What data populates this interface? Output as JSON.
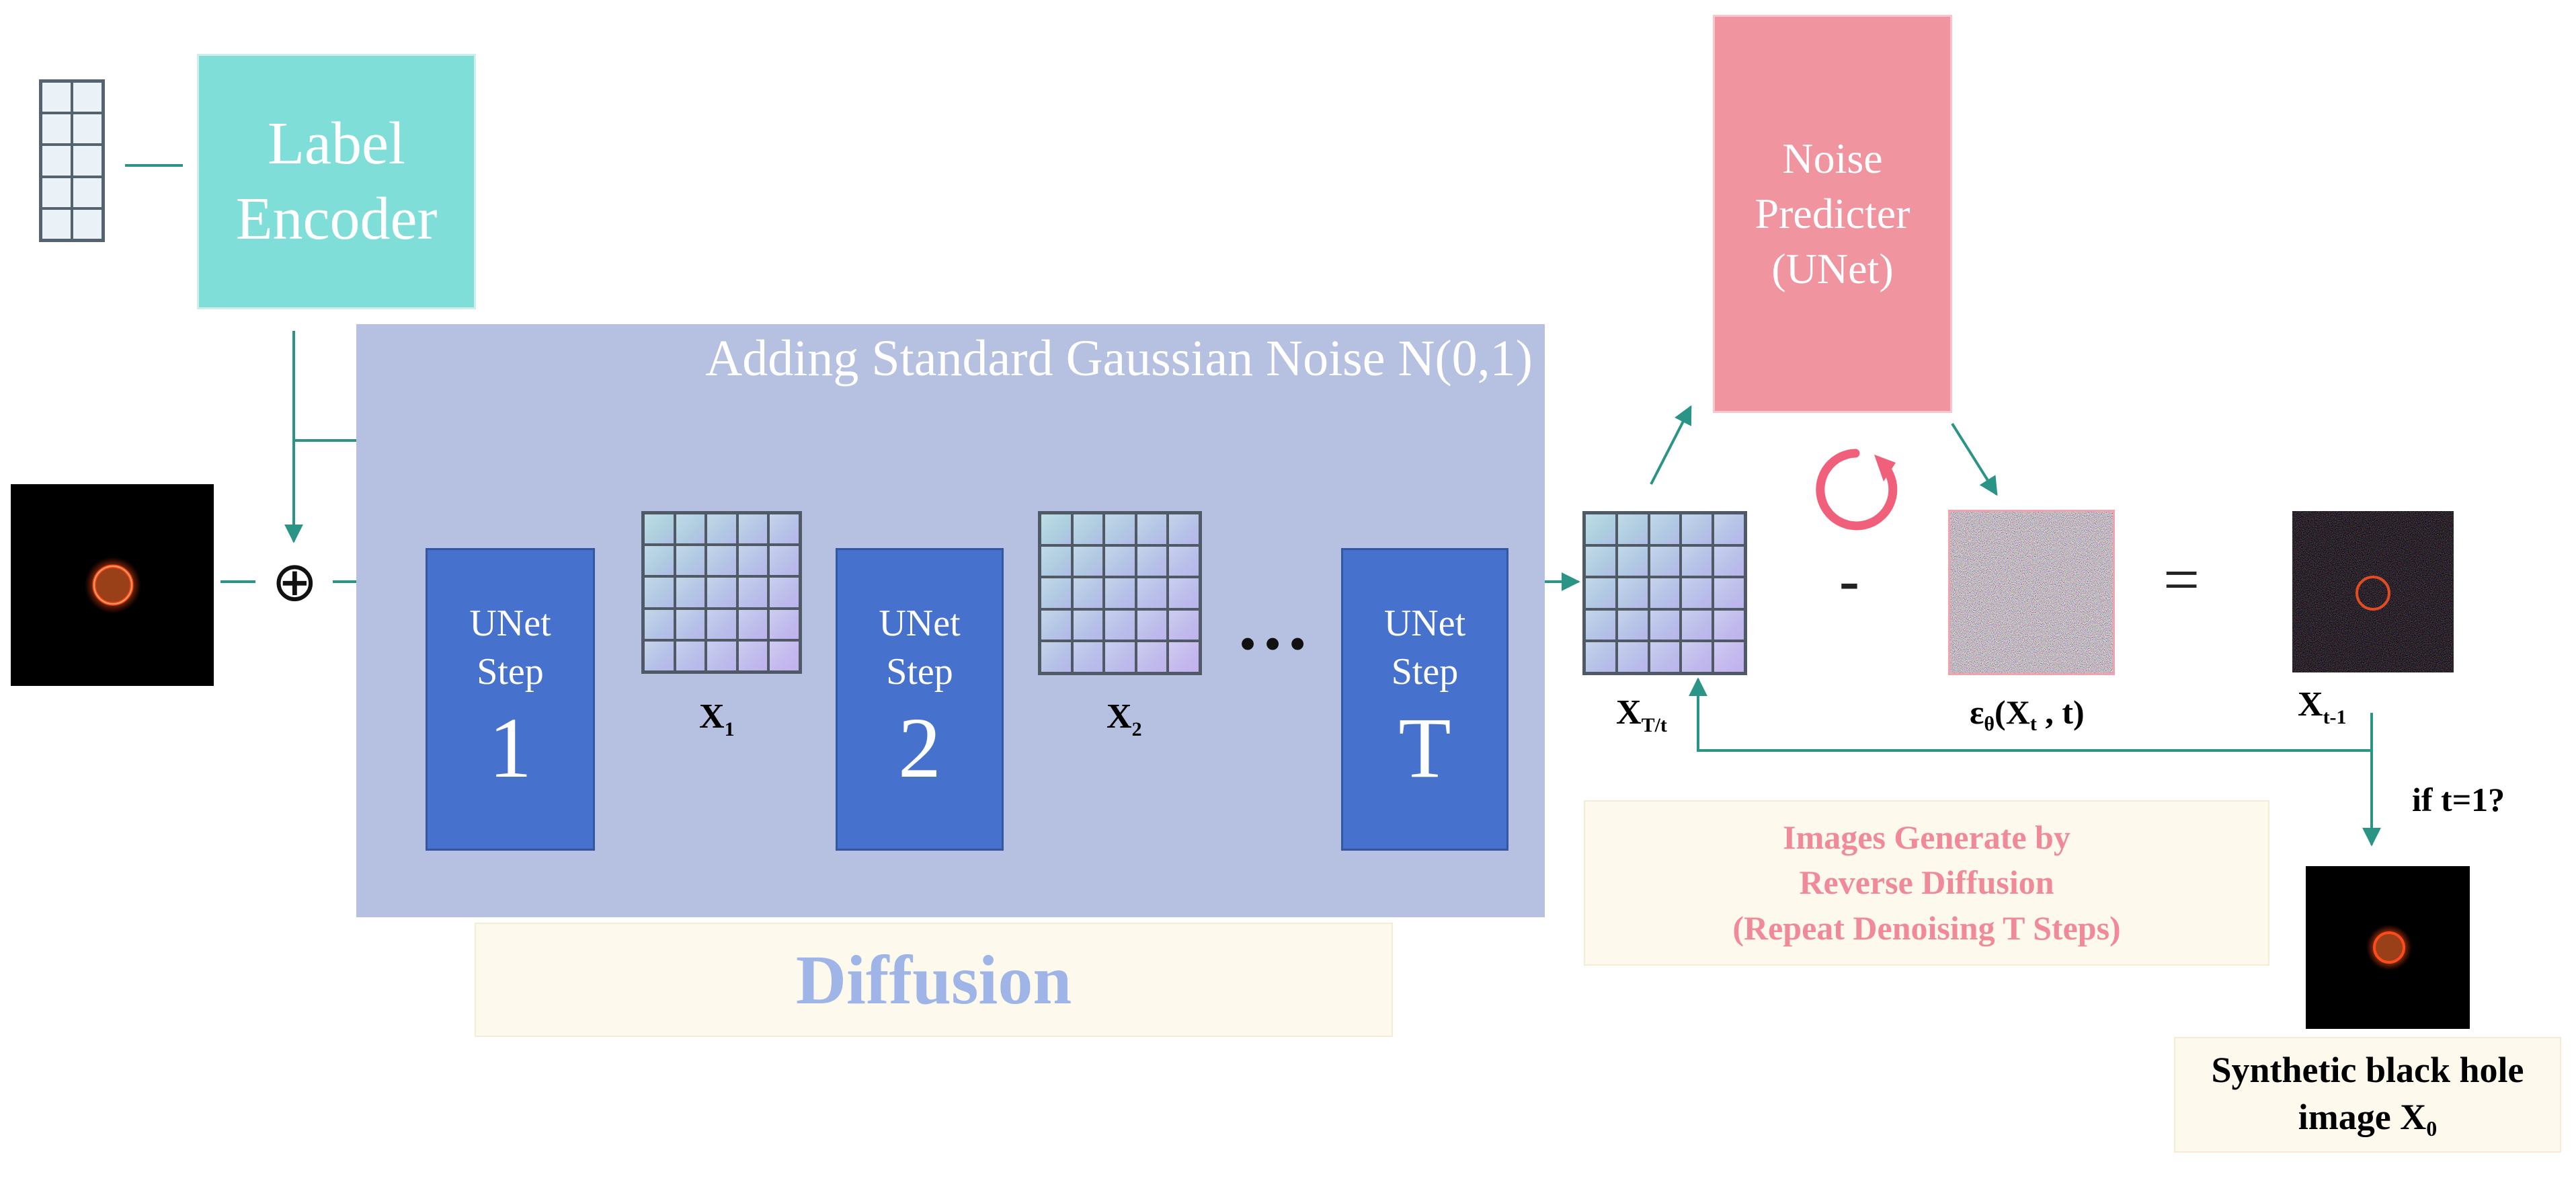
{
  "label_encoder": {
    "line1": "Label",
    "line2": "Encoder"
  },
  "diffusion_panel": {
    "title": "Adding Standard Gaussian Noise N(0,1)"
  },
  "unet_steps": [
    {
      "word1": "UNet",
      "word2": "Step",
      "num": "1"
    },
    {
      "word1": "UNet",
      "word2": "Step",
      "num": "2"
    },
    {
      "word1": "UNet",
      "word2": "Step",
      "num": "T"
    }
  ],
  "latents": [
    {
      "base": "X",
      "sub": "1"
    },
    {
      "base": "X",
      "sub": "2"
    },
    {
      "base": "X",
      "sub": "T/t"
    },
    {
      "base": "X",
      "sub": "t-1"
    }
  ],
  "ellipsis": "…",
  "oplus": "⊕",
  "noise_predictor": {
    "line1": "Noise",
    "line2": "Predicter",
    "line3": "(UNet)"
  },
  "minus": "-",
  "equals": "=",
  "epsilon": {
    "base": "ε",
    "sub1": "θ",
    "mid": "(X",
    "sub2": "t",
    "end": " , t)"
  },
  "condition": "if t=1?",
  "captions": {
    "diffusion": "Diffusion",
    "reverse_1": "Images Generate by",
    "reverse_2": "Reverse Diffusion",
    "reverse_3": "(Repeat Denoising T Steps)",
    "output_1": "Synthetic black hole",
    "output_2": "image X",
    "output_sub": "0"
  },
  "icons": [
    "table-icon",
    "refresh-icon",
    "black-hole-image",
    "noise-image"
  ],
  "colors": {
    "label_encoder": "#7fdfd8",
    "diffusion_panel": "#b6c0e0",
    "unet": "#4672ce",
    "noise_predictor": "#f0949f",
    "arrow": "#2a9486",
    "diffusion_text": "#9fb4e7",
    "reverse_text": "#f08a99",
    "refresh": "#f0607a"
  }
}
